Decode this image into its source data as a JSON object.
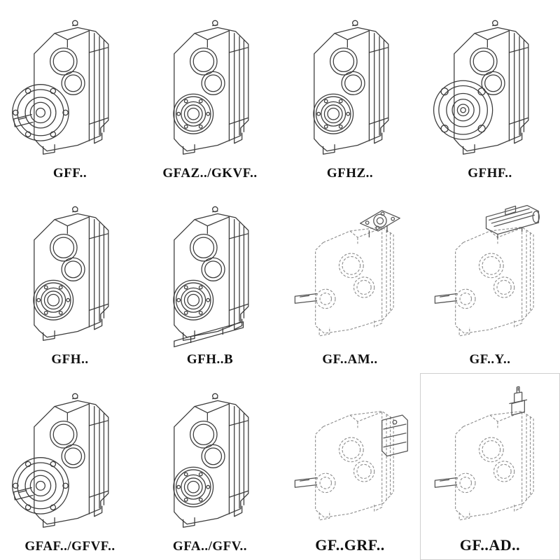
{
  "page": {
    "background": "#ffffff",
    "description": "Gear reducer catalog page showing mounting and input variants"
  },
  "style": {
    "solid_line_color": "#3c3c3c",
    "dashed_line_color": "#8c8c8c",
    "attachment_line_color": "#555555",
    "label_color": "#101010"
  },
  "cells": [
    {
      "label": "GFF..",
      "drawing": "parallel-shaft-gearbox-output-flange-with-shaft",
      "line_style": "solid"
    },
    {
      "label": "GFAZ../GKVF..",
      "drawing": "parallel-shaft-gearbox-hollow-output",
      "line_style": "solid"
    },
    {
      "label": "GFHZ..",
      "drawing": "parallel-shaft-gearbox-hollow-output",
      "line_style": "solid"
    },
    {
      "label": "GFHF..",
      "drawing": "parallel-shaft-gearbox-front-flange",
      "line_style": "solid"
    },
    {
      "label": "GFH..",
      "drawing": "parallel-shaft-gearbox-hollow-output",
      "line_style": "solid"
    },
    {
      "label": "GFH..B",
      "drawing": "parallel-shaft-gearbox-hollow-output-with-base",
      "line_style": "solid"
    },
    {
      "label": "GF..AM..",
      "drawing": "gearbox-with-motor-adapter-flange",
      "line_style": "dashed"
    },
    {
      "label": "GF..Y..",
      "drawing": "gearbox-with-mounted-motor",
      "line_style": "dashed"
    },
    {
      "label": "GFAF../GFVF..",
      "drawing": "parallel-shaft-gearbox-output-flange-with-shaft",
      "line_style": "solid"
    },
    {
      "label": "GFA../GFV..",
      "drawing": "parallel-shaft-gearbox-hollow-output",
      "line_style": "solid"
    },
    {
      "label": "GF..GRF..",
      "drawing": "gearbox-with-input-adapter-box",
      "line_style": "dashed"
    },
    {
      "label": "GF..AD..",
      "drawing": "gearbox-with-input-shaft-adapter",
      "line_style": "dashed"
    }
  ]
}
